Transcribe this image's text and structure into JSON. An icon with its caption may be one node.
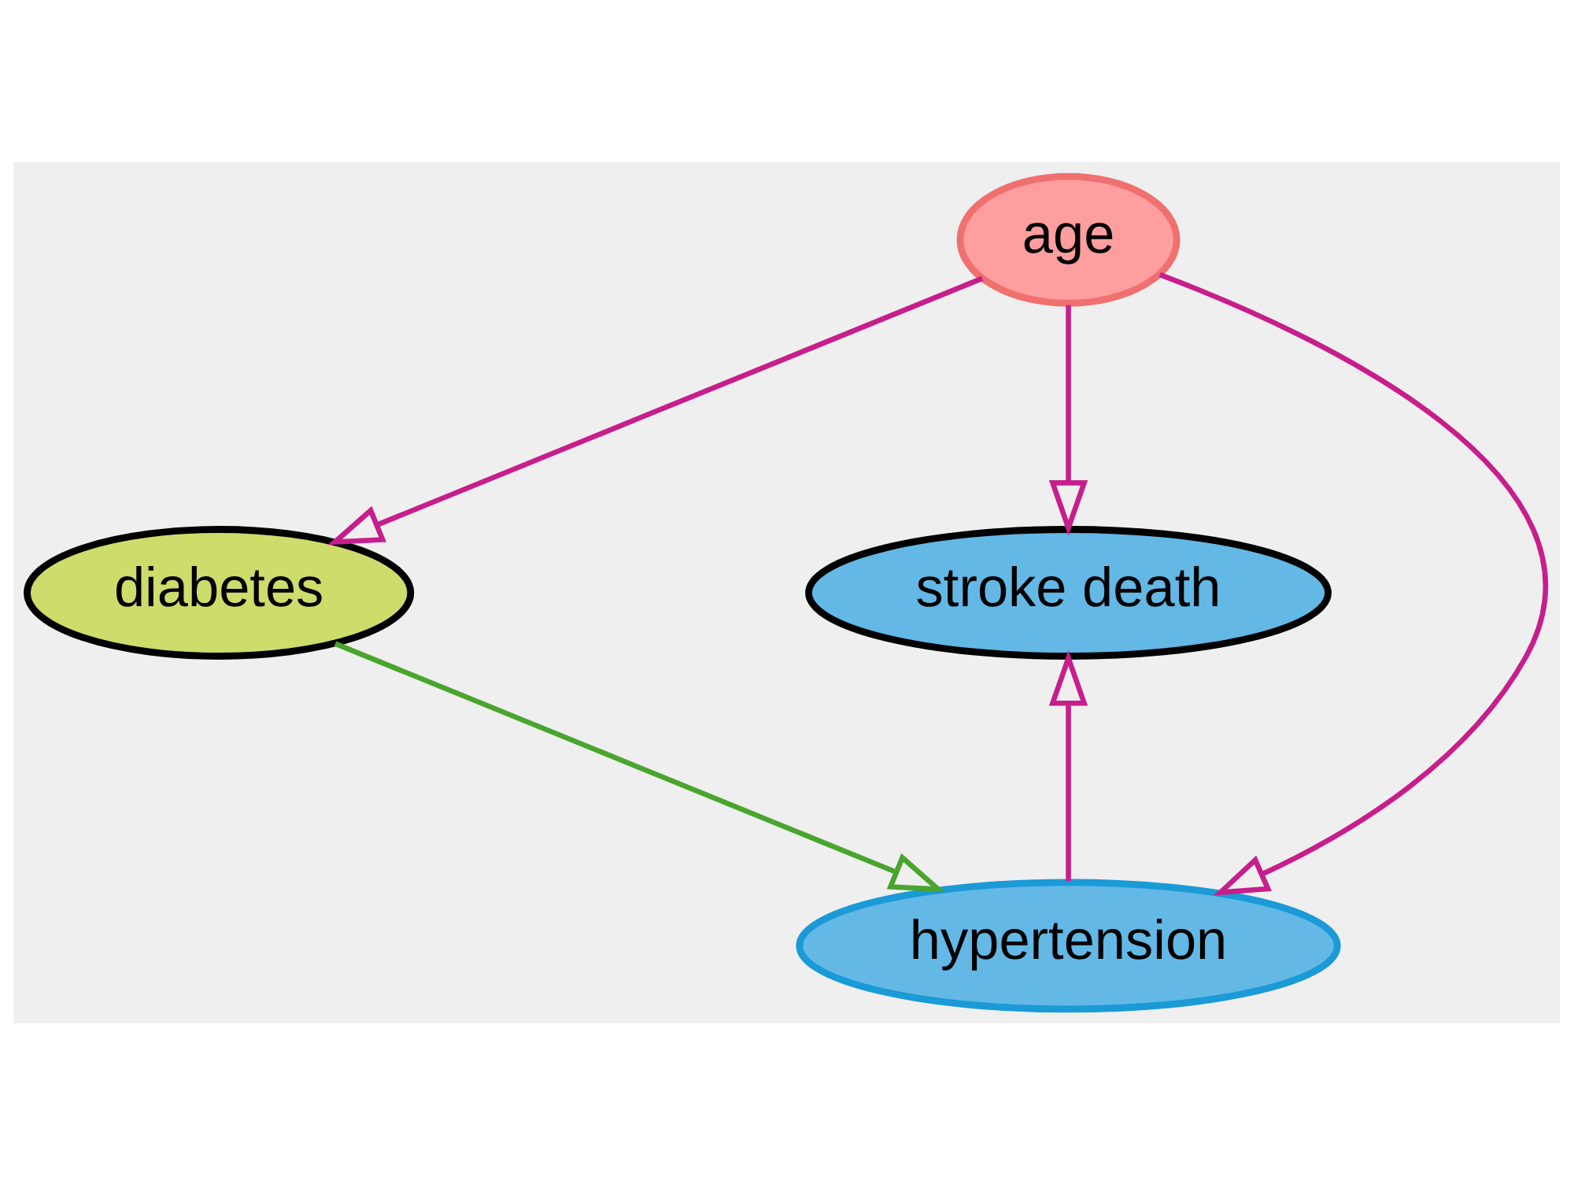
{
  "diagram": {
    "nodes": [
      {
        "text": [
          "age"
        ]
      },
      {
        "text": [
          "diabetes"
        ]
      },
      {
        "text": [
          "stroke death"
        ]
      },
      {
        "text": [
          "hypertension"
        ]
      }
    ],
    "edges": [
      {
        "from": 0,
        "to": 1,
        "arrow": "to"
      },
      {
        "from": 0,
        "to": 3,
        "arrow": "to"
      },
      {
        "from": 0,
        "to": 2,
        "arrow": "to"
      },
      {
        "from": 1,
        "to": 3,
        "arrow": "to",
        "color": "#4aa52e"
      },
      {
        "from": 3,
        "to": 2,
        "arrow": "to"
      }
    ]
  }
}
